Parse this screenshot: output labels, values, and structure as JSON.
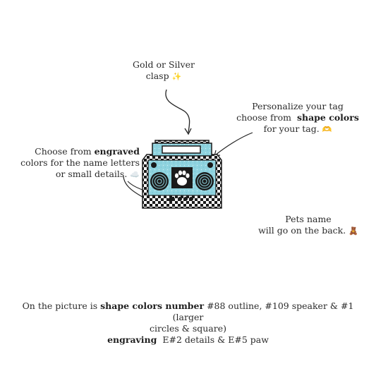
{
  "clasp_note": {
    "line1": "Gold or Silver",
    "line2": "clasp",
    "emoji": "✨"
  },
  "personalize_note": {
    "line1": "Personalize your tag",
    "line2_pre": "choose from",
    "line2_bold": "shape colors",
    "line3": "for your tag.",
    "emoji": "🫶"
  },
  "engraved_note": {
    "line1_pre": "Choose from",
    "line1_bold": "engraved",
    "line2": "colors for the name letters",
    "line3": "or small details.",
    "emoji": "☁️"
  },
  "pets_note": {
    "line1": "Pets name",
    "line2": "will go on the back.",
    "emoji": "🧸"
  },
  "bottom_note": {
    "line1_pre": "On the picture is",
    "line1_bold": "shape colors number",
    "line1_post": "#88 outline, #109 speaker & #1 (larger",
    "line2": "circles & square)",
    "line3_bold": "engraving",
    "line3_post": "E#2 details & E#5 paw"
  },
  "colors": {
    "glitter_blue": "#8fd3df",
    "outline": "#1a1a1a",
    "checker_light": "#ffffff"
  },
  "icons": [
    "paw-icon",
    "sparkles-icon",
    "hands-heart-icon",
    "cloud-icon",
    "teddy-bear-icon"
  ]
}
